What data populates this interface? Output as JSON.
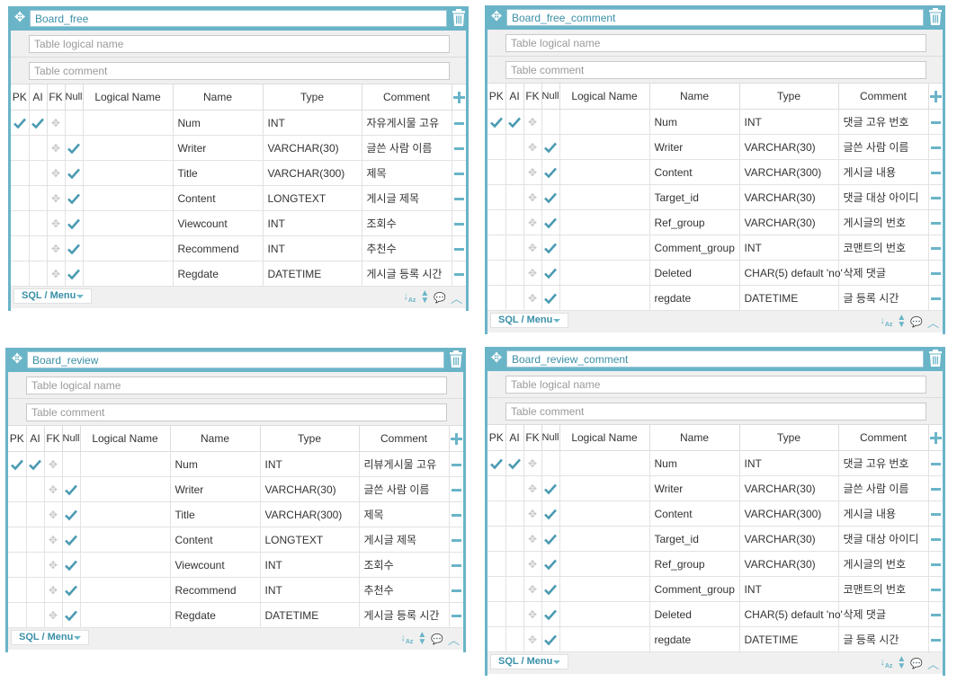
{
  "ui": {
    "logical_placeholder": "Table logical name",
    "comment_placeholder": "Table comment",
    "headers": [
      "PK",
      "AI",
      "FK",
      "Null",
      "Logical Name",
      "Name",
      "Type",
      "Comment"
    ],
    "menu_label": "SQL / Menu",
    "accent_color": "#6ab4c8"
  },
  "icons": [
    "move-icon",
    "trash-icon",
    "check-icon",
    "fk-move-icon",
    "minus-icon",
    "plus-icon",
    "sort-icon",
    "updown-icon",
    "comment-icon",
    "collapse-icon"
  ],
  "tables": [
    {
      "name": "Board_free",
      "columns": [
        {
          "pk": true,
          "ai": true,
          "fk": false,
          "nullable": false,
          "name": "Num",
          "type": "INT",
          "comment": "자유게시물 고유"
        },
        {
          "pk": false,
          "ai": false,
          "fk": false,
          "nullable": true,
          "name": "Writer",
          "type": "VARCHAR(30)",
          "comment": "글쓴 사람 이름"
        },
        {
          "pk": false,
          "ai": false,
          "fk": false,
          "nullable": true,
          "name": "Title",
          "type": "VARCHAR(300)",
          "comment": "제목"
        },
        {
          "pk": false,
          "ai": false,
          "fk": false,
          "nullable": true,
          "name": "Content",
          "type": "LONGTEXT",
          "comment": "게시글 제목"
        },
        {
          "pk": false,
          "ai": false,
          "fk": false,
          "nullable": true,
          "name": "Viewcount",
          "type": "INT",
          "comment": "조회수"
        },
        {
          "pk": false,
          "ai": false,
          "fk": false,
          "nullable": true,
          "name": "Recommend",
          "type": "INT",
          "comment": "추천수"
        },
        {
          "pk": false,
          "ai": false,
          "fk": false,
          "nullable": true,
          "name": "Regdate",
          "type": "DATETIME",
          "comment": "게시글 등록 시간"
        }
      ]
    },
    {
      "name": "Board_free_comment",
      "columns": [
        {
          "pk": true,
          "ai": true,
          "fk": false,
          "nullable": false,
          "name": "Num",
          "type": "INT",
          "comment": "댓글 고유 번호"
        },
        {
          "pk": false,
          "ai": false,
          "fk": false,
          "nullable": true,
          "name": "Writer",
          "type": "VARCHAR(30)",
          "comment": "글쓴 사람 이름"
        },
        {
          "pk": false,
          "ai": false,
          "fk": false,
          "nullable": true,
          "name": "Content",
          "type": "VARCHAR(300)",
          "comment": "게시글 내용"
        },
        {
          "pk": false,
          "ai": false,
          "fk": false,
          "nullable": true,
          "name": "Target_id",
          "type": "VARCHAR(30)",
          "comment": "댓글 대상 아이디"
        },
        {
          "pk": false,
          "ai": false,
          "fk": false,
          "nullable": true,
          "name": "Ref_group",
          "type": "VARCHAR(30)",
          "comment": "게시글의 번호"
        },
        {
          "pk": false,
          "ai": false,
          "fk": false,
          "nullable": true,
          "name": "Comment_group",
          "type": "INT",
          "comment": "코맨트의 번호"
        },
        {
          "pk": false,
          "ai": false,
          "fk": false,
          "nullable": true,
          "name": "Deleted",
          "type": "CHAR(5) default 'no'",
          "comment": "삭제 댓글"
        },
        {
          "pk": false,
          "ai": false,
          "fk": false,
          "nullable": true,
          "name": "regdate",
          "type": "DATETIME",
          "comment": "글 등록 시간"
        }
      ]
    },
    {
      "name": "Board_review",
      "columns": [
        {
          "pk": true,
          "ai": true,
          "fk": false,
          "nullable": false,
          "name": "Num",
          "type": "INT",
          "comment": "리뷰게시물 고유"
        },
        {
          "pk": false,
          "ai": false,
          "fk": false,
          "nullable": true,
          "name": "Writer",
          "type": "VARCHAR(30)",
          "comment": "글쓴 사람 이름"
        },
        {
          "pk": false,
          "ai": false,
          "fk": false,
          "nullable": true,
          "name": "Title",
          "type": "VARCHAR(300)",
          "comment": "제목"
        },
        {
          "pk": false,
          "ai": false,
          "fk": false,
          "nullable": true,
          "name": "Content",
          "type": "LONGTEXT",
          "comment": "게시글 제목"
        },
        {
          "pk": false,
          "ai": false,
          "fk": false,
          "nullable": true,
          "name": "Viewcount",
          "type": "INT",
          "comment": "조회수"
        },
        {
          "pk": false,
          "ai": false,
          "fk": false,
          "nullable": true,
          "name": "Recommend",
          "type": "INT",
          "comment": "추천수"
        },
        {
          "pk": false,
          "ai": false,
          "fk": false,
          "nullable": true,
          "name": "Regdate",
          "type": "DATETIME",
          "comment": "게시글 등록 시간"
        }
      ]
    },
    {
      "name": "Board_review_comment",
      "columns": [
        {
          "pk": true,
          "ai": true,
          "fk": false,
          "nullable": false,
          "name": "Num",
          "type": "INT",
          "comment": "댓글 고유 번호"
        },
        {
          "pk": false,
          "ai": false,
          "fk": false,
          "nullable": true,
          "name": "Writer",
          "type": "VARCHAR(30)",
          "comment": "글쓴 사람 이름"
        },
        {
          "pk": false,
          "ai": false,
          "fk": false,
          "nullable": true,
          "name": "Content",
          "type": "VARCHAR(300)",
          "comment": "게시글 내용"
        },
        {
          "pk": false,
          "ai": false,
          "fk": false,
          "nullable": true,
          "name": "Target_id",
          "type": "VARCHAR(30)",
          "comment": "댓글 대상 아이디"
        },
        {
          "pk": false,
          "ai": false,
          "fk": false,
          "nullable": true,
          "name": "Ref_group",
          "type": "VARCHAR(30)",
          "comment": "게시글의 번호"
        },
        {
          "pk": false,
          "ai": false,
          "fk": false,
          "nullable": true,
          "name": "Comment_group",
          "type": "INT",
          "comment": "코맨트의 번호"
        },
        {
          "pk": false,
          "ai": false,
          "fk": false,
          "nullable": true,
          "name": "Deleted",
          "type": "CHAR(5) default 'no'",
          "comment": "삭제 댓글"
        },
        {
          "pk": false,
          "ai": false,
          "fk": false,
          "nullable": true,
          "name": "regdate",
          "type": "DATETIME",
          "comment": "글 등록 시간"
        }
      ]
    }
  ]
}
